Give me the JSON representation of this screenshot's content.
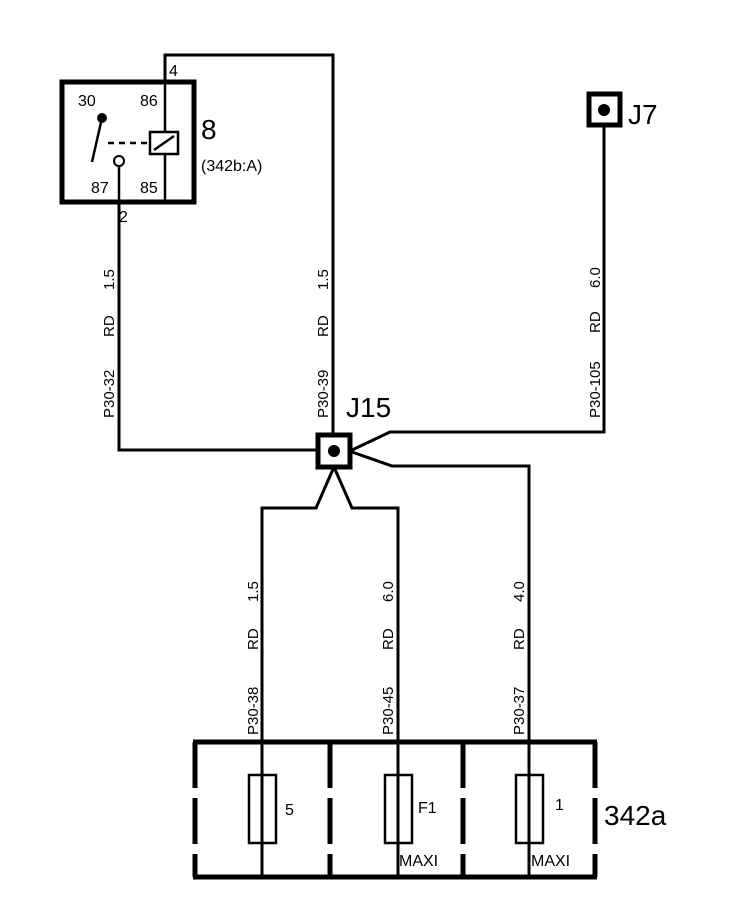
{
  "relay": {
    "id": "8",
    "ref": "(342b:A)",
    "pins": {
      "p30": "30",
      "p86": "86",
      "p87": "87",
      "p85": "85"
    },
    "conn_top": "4",
    "conn_bottom": "2"
  },
  "junctions": {
    "j15": "J15",
    "j7": "J7"
  },
  "wires": {
    "w_relay": {
      "code": "P30-32",
      "color": "RD",
      "size": "1.5"
    },
    "w_top": {
      "code": "P30-39",
      "color": "RD",
      "size": "1.5"
    },
    "w_j7": {
      "code": "P30-105",
      "color": "RD",
      "size": "6.0"
    },
    "w_f5": {
      "code": "P30-38",
      "color": "RD",
      "size": "1.5"
    },
    "w_f1": {
      "code": "P30-45",
      "color": "RD",
      "size": "6.0"
    },
    "w_f2": {
      "code": "P30-37",
      "color": "RD",
      "size": "4.0"
    }
  },
  "fusebox": {
    "id": "342a",
    "fuses": [
      {
        "number": "5",
        "type": ""
      },
      {
        "number": "F1",
        "type": "MAXI"
      },
      {
        "number": "1",
        "type": "MAXI"
      }
    ]
  }
}
